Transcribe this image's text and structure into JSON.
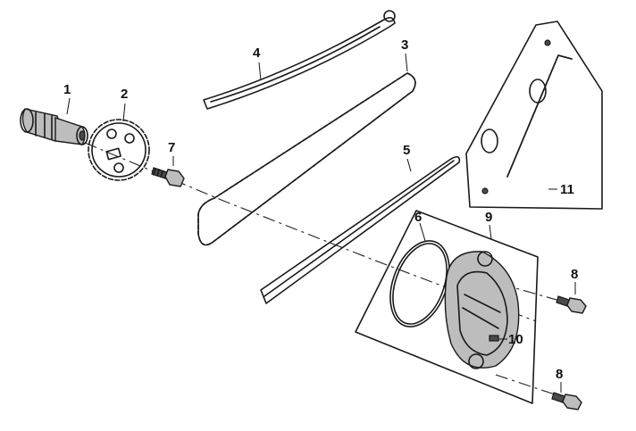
{
  "callouts": [
    {
      "id": "1",
      "label": "1"
    },
    {
      "id": "2",
      "label": "2"
    },
    {
      "id": "3",
      "label": "3"
    },
    {
      "id": "4",
      "label": "4"
    },
    {
      "id": "5",
      "label": "5"
    },
    {
      "id": "6",
      "label": "6"
    },
    {
      "id": "7",
      "label": "7"
    },
    {
      "id": "8a",
      "label": "8"
    },
    {
      "id": "8b",
      "label": "8"
    },
    {
      "id": "9",
      "label": "9"
    },
    {
      "id": "10",
      "label": "10"
    },
    {
      "id": "11",
      "label": "11"
    }
  ]
}
